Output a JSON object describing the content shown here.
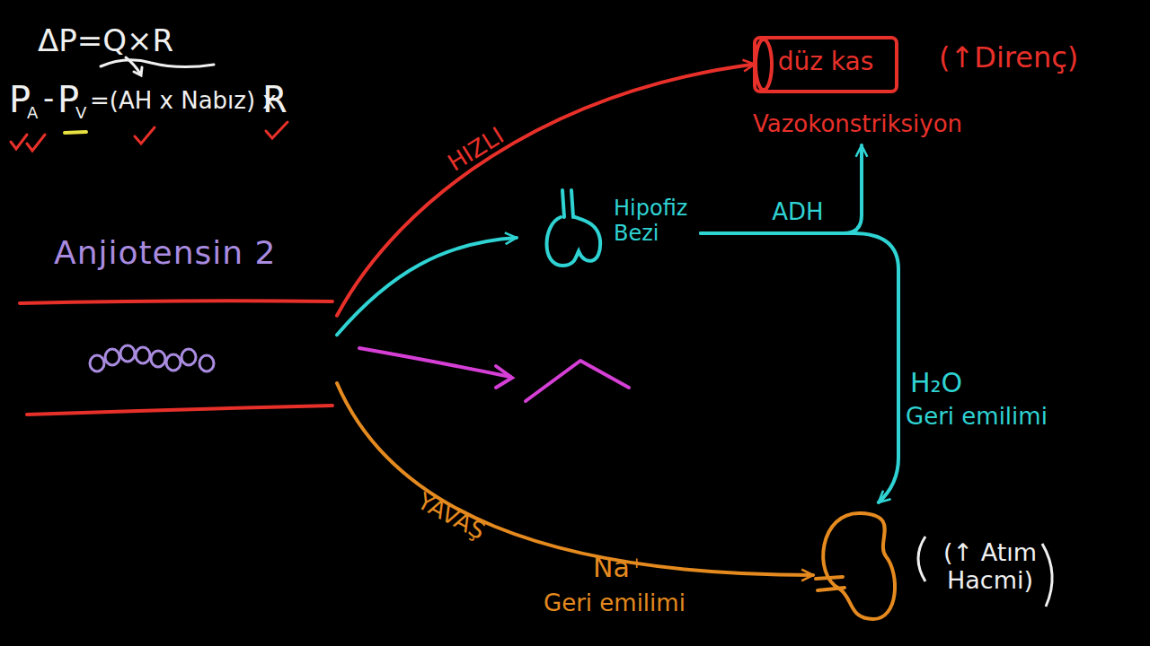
{
  "diagram": {
    "nodes": [
      {
        "text": [
          "Anjiotensin 2"
        ]
      },
      {
        "text": [
          "düz kas"
        ]
      },
      {
        "text": [
          "Vazokonstriksiyon"
        ]
      },
      {
        "text": [
          "Hipofiz Bezi"
        ]
      },
      {
        "text": [
          "(↑ Atım Hacmi)"
        ]
      }
    ],
    "edges": [
      {
        "from": 0,
        "to": 1,
        "arrow": "to",
        "label": "HIZLI"
      },
      {
        "from": 0,
        "to": 3,
        "arrow": "to"
      },
      {
        "from": 3,
        "to": 2,
        "arrow": "to",
        "label": "ADH"
      },
      {
        "from": 3,
        "to": 4,
        "arrow": "to",
        "label": "H₂O"
      },
      {
        "from": 0,
        "to": 4,
        "arrow": "to",
        "label": "YAVAŞ"
      }
    ],
    "labels": [
      "ΔP=Q×R",
      "P",
      "A",
      "-",
      "P",
      "V",
      "=(AH x Nabız) x",
      "R",
      "(↑Direnç)",
      "Na⁺",
      "Geri emilimi",
      "Geri emilimi"
    ]
  }
}
